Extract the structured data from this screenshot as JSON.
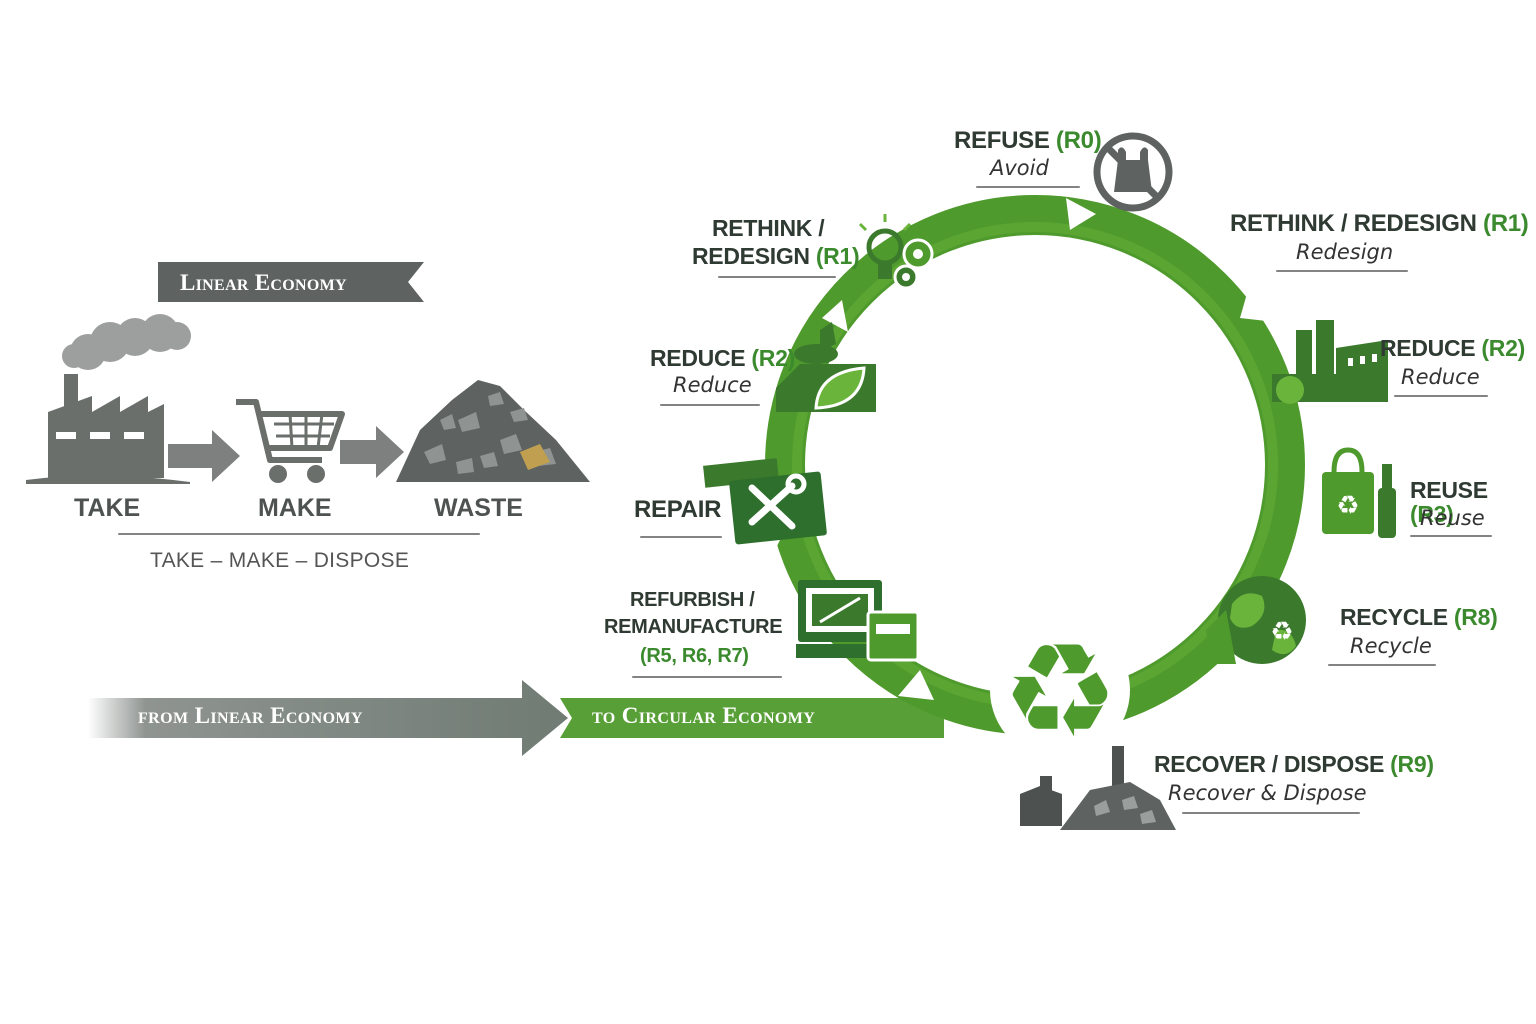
{
  "linear": {
    "title": "Linear Economy",
    "steps": [
      "TAKE",
      "MAKE",
      "WASTE"
    ],
    "tagline": "TAKE – MAKE – DISPOSE"
  },
  "transition": {
    "from": "from Linear Economy",
    "to": "to Circular Economy"
  },
  "circle": {
    "refuse": {
      "name": "REFUSE ",
      "code": "(R0)",
      "sub": "Avoid"
    },
    "rethink_right": {
      "name": "RETHINK / REDESIGN ",
      "code": "(R1)",
      "sub": "Redesign"
    },
    "rethink_left": {
      "line1": "RETHINK /",
      "line2": "REDESIGN ",
      "code": "(R1)"
    },
    "reduce_right": {
      "name": "REDUCE ",
      "code": "(R2)",
      "sub": "Reduce"
    },
    "reduce_left": {
      "name": "REDUCE ",
      "code": "(R2)",
      "sub": "Reduce"
    },
    "reuse": {
      "name": "REUSE ",
      "code": "(R3)",
      "sub": "Reuse"
    },
    "repair": {
      "name": "REPAIR"
    },
    "refurbish": {
      "line1": "REFURBISH /",
      "line2": "REMANUFACTURE",
      "code": "(R5, R6, R7)"
    },
    "recycle": {
      "name": "RECYCLE ",
      "code": "(R8)",
      "sub": "Recycle"
    },
    "recover": {
      "name": "RECOVER / DISPOSE ",
      "code": "(R9)",
      "sub": "Recover & Dispose"
    }
  },
  "colors": {
    "green": "#4f9a2c",
    "dark_green": "#2f6f2e",
    "grey": "#5e6361"
  },
  "icons": [
    "factory-icon",
    "shopping-cart-icon",
    "waste-pile-icon",
    "no-plastic-bag-icon",
    "lightbulb-gears-icon",
    "industry-icon",
    "shopping-bag-bottle-icon",
    "globe-recycle-icon",
    "recycle-symbol-icon",
    "landfill-icon",
    "leaf-tray-icon",
    "tools-icon",
    "computer-printer-icon"
  ]
}
